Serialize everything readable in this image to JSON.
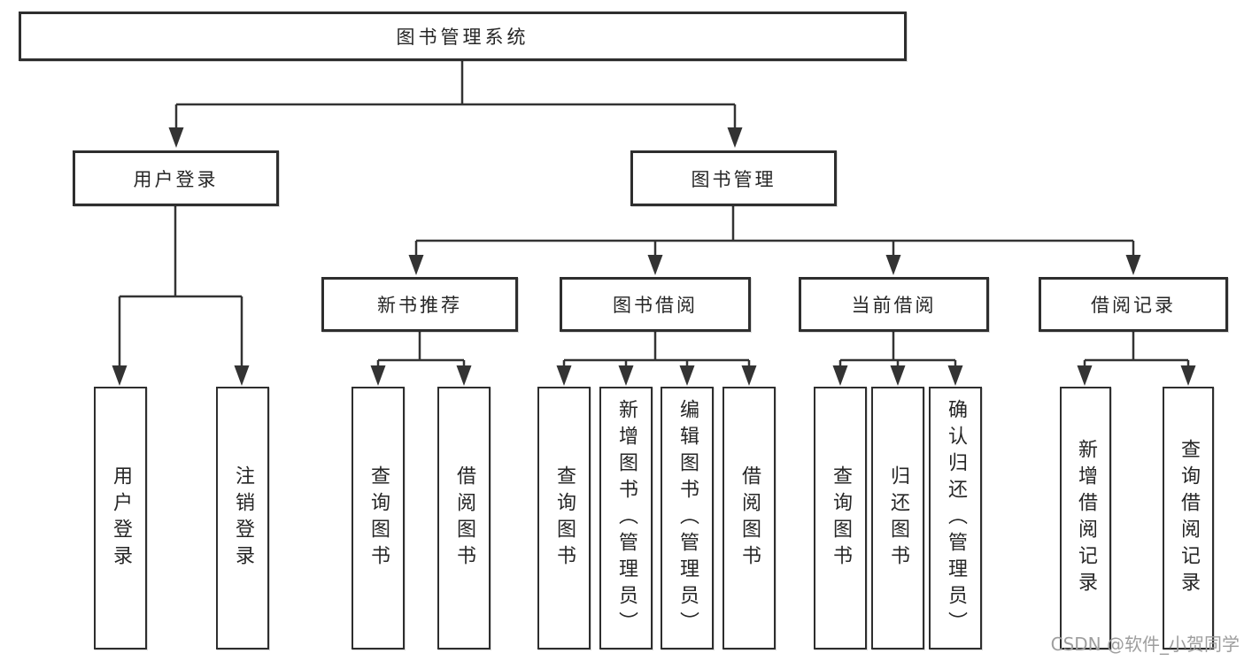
{
  "tree": {
    "root_label": "图书管理系统",
    "branches": [
      {
        "label": "用户登录",
        "leaves": [
          "用户登录",
          "注销登录"
        ]
      },
      {
        "label": "图书管理",
        "groups": [
          {
            "label": "新书推荐",
            "leaves": [
              "查询图书",
              "借阅图书"
            ]
          },
          {
            "label": "图书借阅",
            "leaves": [
              "查询图书",
              "新增图书（管理员）",
              "编辑图书（管理员）",
              "借阅图书"
            ]
          },
          {
            "label": "当前借阅",
            "leaves": [
              "查询图书",
              "归还图书",
              "确认归还（管理员）"
            ]
          },
          {
            "label": "借阅记录",
            "leaves": [
              "新增借阅记录",
              "查询借阅记录"
            ]
          }
        ]
      }
    ]
  },
  "watermark": {
    "text": "CSDN @软件_小贺同学"
  },
  "colors": {
    "line": "#333333",
    "box_border": "#2e2e2e",
    "text": "#262626",
    "watermark": "#9e9e9e",
    "background": "#ffffff"
  }
}
